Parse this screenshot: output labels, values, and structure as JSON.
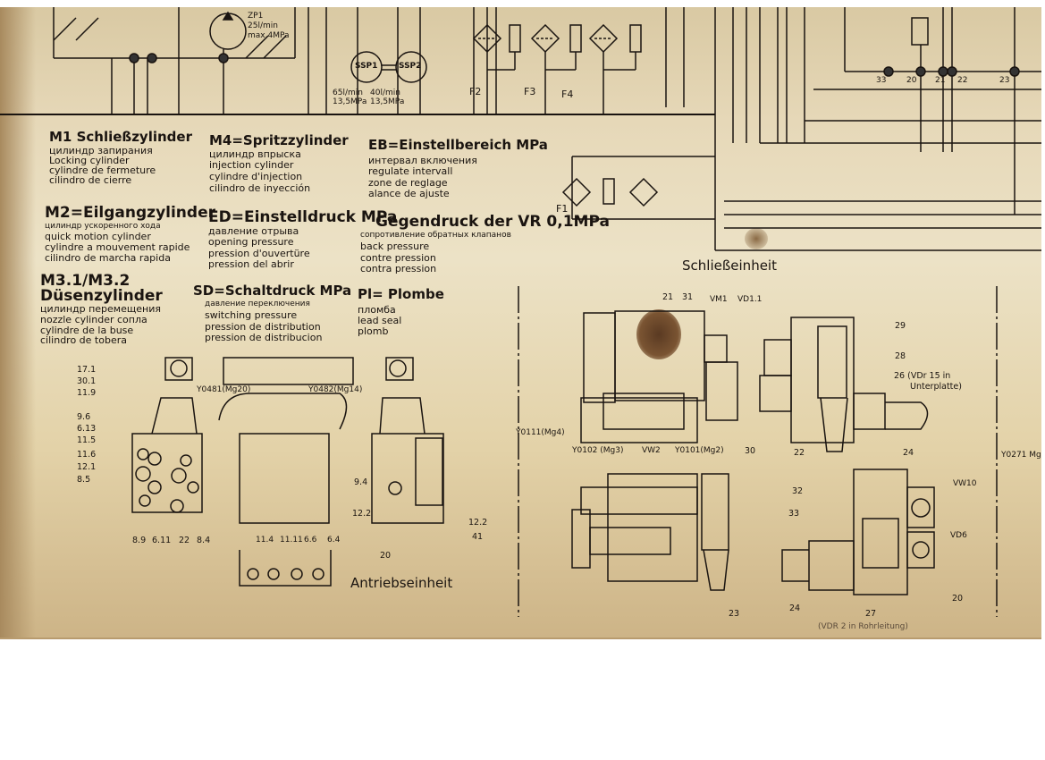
{
  "schematic": {
    "pump_zp1": {
      "name": "ZP1",
      "flow": "25l/min",
      "pressure": "max.4MPa"
    },
    "pump_ssp1": {
      "name": "SSP1",
      "flow": "65l/min",
      "pressure": "13,5MPa"
    },
    "pump_ssp2": {
      "name": "SSP2",
      "flow": "40l/min",
      "pressure": "13,5MPa"
    },
    "filters": [
      "F1",
      "F2",
      "F3",
      "F4"
    ],
    "ports": [
      "33",
      "20",
      "21",
      "22",
      "23"
    ]
  },
  "legend": [
    {
      "title": "M1 Schließzylinder",
      "lines": [
        "цилиндр запирания",
        "Locking cylinder",
        "cylindre de fermeture",
        "cilindro de cierre"
      ]
    },
    {
      "title": "M4=Spritzzylinder",
      "lines": [
        "цилиндр впрыска",
        "injection cylinder",
        "cylindre d'injection",
        "cilindro de inyección"
      ]
    },
    {
      "title": "EB=Einstellbereich MPa",
      "lines": [
        "интервал включения",
        "regulate intervall",
        "zone de reglage",
        "alance de ajuste"
      ]
    },
    {
      "title": "M2=Eilgangzylinder",
      "lines": [
        "цилиндр ускоренного хода",
        "quick motion cylinder",
        "cylindre a mouvement rapide",
        "cilindro de marcha rapida"
      ]
    },
    {
      "title": "ED=Einstelldruck MPa",
      "lines": [
        "давление отрыва",
        "opening pressure",
        "pression d'ouvertüre",
        "pression del abrir"
      ]
    },
    {
      "title": "Gegendruck der VR 0,1MPa",
      "lines": [
        "сопротивление обратных клапанов",
        "back pressure",
        "contre pression",
        "contra pression"
      ]
    },
    {
      "title": "M3.1/M3.2",
      "title2": "Düsenzylinder",
      "lines": [
        "цилиндр перемещения",
        "nozzle cylinder     сопла",
        "cylindre de la buse",
        "cilindro de tobera"
      ]
    },
    {
      "title": "SD=Schaltdruck MPa",
      "lines": [
        "давление переключения",
        "switching pressure",
        "pression de distribution",
        "pression de distribucion"
      ]
    },
    {
      "title": "Pl= Plombe",
      "lines": [
        "пломба",
        "lead seal",
        "plomb"
      ]
    }
  ],
  "antrieb": {
    "title": "Antriebseinheit",
    "labels": [
      "17.1",
      "30.1",
      "11.9",
      "9.6",
      "6.13",
      "11.5",
      "11.6",
      "12.1",
      "8.5",
      "8.9",
      "6.11",
      "22",
      "8.4",
      "Y0481(Mg20)",
      "Y0482(Mg14)",
      "9.4",
      "12.2",
      "11.4",
      "11.11",
      "6.6",
      "6.4",
      "12.2",
      "41",
      "20"
    ]
  },
  "schliess": {
    "title": "Schließeinheit",
    "labels": [
      "21",
      "31",
      "VM1",
      "VD1.1",
      "Y0111(Mg4)",
      "Y0102 (Mg3)",
      "VW2",
      "Y0101(Mg2)",
      "30",
      "22",
      "24",
      "29",
      "28",
      "26 (VDr 15 in",
      "Unterplatte)",
      "32",
      "33",
      "VW10",
      "VD6",
      "20",
      "23",
      "24",
      "27",
      "(VDR 2 in Rohrleitung)",
      "Y0271 Mg"
    ]
  }
}
